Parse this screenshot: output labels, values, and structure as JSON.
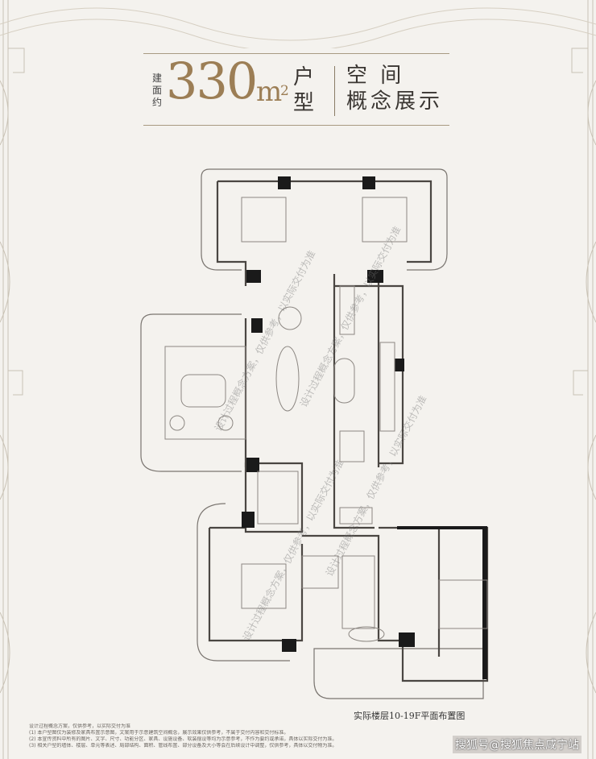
{
  "header": {
    "area_label": "建面约",
    "area_number": "330",
    "area_unit": "m",
    "area_sup": "2",
    "type_label": "户型",
    "space_title": "空 间",
    "space_subtitle": "概念展示"
  },
  "plan": {
    "caption": "实际楼层10-19F平面布置图",
    "watermarks": [
      "设计过程概念方案，仅供参考，以实际交付为准",
      "设计过程概念方案，仅供参考，以实际交付为准",
      "设计过程概念方案，仅供参考，以实际交付为准",
      "设计过程概念方案，仅供参考，以实际交付为准"
    ]
  },
  "notes": [
    "设计过程概念方案，仅供参考，以实际交付为准",
    "(1) 本户型图仅为装修及家具布置示意图，文案用于示意建筑空间概念，展示效果仅供参考，不属于交付内容和交付标准。",
    "(2) 本宣传资料中所有的图片、文字、尺寸、功能分区、家具、设施设备、软装摆设等均为示意参考，不作为要约或承诺，具体以实际交付为准。",
    "(3) 相关户型的墙体、楼层、单元等表述、局部结构、面积、管线布置、部分设备及大小等会在后续设计中调整，仅供参考，具体以交付物为准。"
  ],
  "brand": "搜狐号@搜狐焦点咸宁站",
  "colors": {
    "background": "#f4f2ee",
    "accent_gold": "#9c7e55",
    "wall": "#1a1a1a"
  }
}
